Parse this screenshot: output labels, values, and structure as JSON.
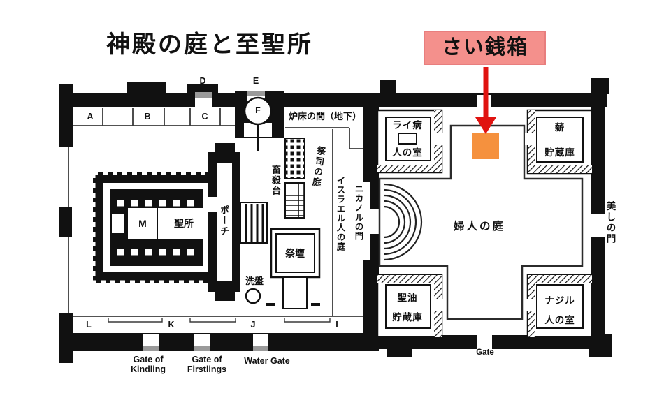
{
  "title": "神殿の庭と至聖所",
  "annotation": {
    "label": "さい銭箱",
    "box_color": "#f4908c",
    "box_border_color": "#e87e7e",
    "arrow_color": "#e01310",
    "marker_color": "#f5913e"
  },
  "plan": {
    "letters": {
      "a": "A",
      "b": "B",
      "c": "C",
      "d": "D",
      "e": "E",
      "f": "F",
      "m": "M",
      "l": "L",
      "k": "K",
      "j": "J",
      "i": "I"
    },
    "labels": {
      "hearth_room": "炉床の間（地下）",
      "priests_court": "祭司の庭",
      "israelites_court": "イスラエル人の庭",
      "nicanor_gate": "ニカノルの門",
      "slaughter_tables": "畜殺台",
      "altar": "祭壇",
      "laver": "洗盤",
      "holy_place": "聖所",
      "porch": "ポーチ",
      "womens_court": "婦人の庭",
      "beautiful_gate": "美しの門",
      "lepers_room": [
        "ライ病",
        "人の室"
      ],
      "wood_storage": [
        "薪",
        "貯蔵庫"
      ],
      "oil_storage": [
        "聖油",
        "貯蔵庫"
      ],
      "nazirites_room": [
        "ナジル",
        "人の室"
      ],
      "gate": "Gate",
      "gate_of_kindling": [
        "Gate of",
        "Kindling"
      ],
      "gate_of_firstlings": [
        "Gate of",
        "Firstlings"
      ],
      "water_gate": "Water Gate"
    }
  }
}
